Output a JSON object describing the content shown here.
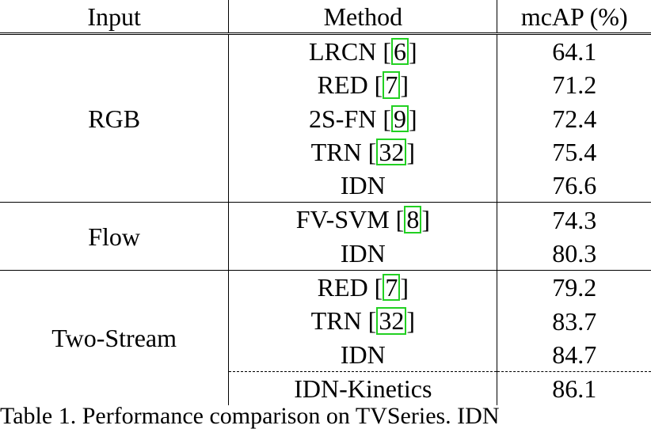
{
  "table": {
    "headers": [
      "Input",
      "Method",
      "mcAP (%)"
    ],
    "rows": [
      {
        "input": "RGB",
        "method": "LRCN",
        "cite": "6",
        "mcap": "64.1",
        "bold": false
      },
      {
        "method": "RED",
        "cite": "7",
        "mcap": "71.2",
        "bold": false
      },
      {
        "method": "2S-FN",
        "cite": "9",
        "mcap": "72.4",
        "bold": false
      },
      {
        "method": "TRN",
        "cite": "32",
        "mcap": "75.4",
        "bold": false
      },
      {
        "method": "IDN",
        "cite": "",
        "mcap": "76.6",
        "bold": true
      },
      {
        "input": "Flow",
        "method": "FV-SVM",
        "cite": "8",
        "mcap": "74.3",
        "bold": false
      },
      {
        "method": "IDN",
        "cite": "",
        "mcap": "80.3",
        "bold": true
      },
      {
        "input": "Two-Stream",
        "method": "RED",
        "cite": "7",
        "mcap": "79.2",
        "bold": false
      },
      {
        "method": "TRN",
        "cite": "32",
        "mcap": "83.7",
        "bold": false
      },
      {
        "method": "IDN",
        "cite": "",
        "mcap": "84.7",
        "bold": true
      },
      {
        "method": "IDN-Kinetics",
        "cite": "",
        "mcap": "86.1",
        "bold": true
      }
    ]
  },
  "caption": "Table 1. Performance comparison on TVSeries. IDN"
}
